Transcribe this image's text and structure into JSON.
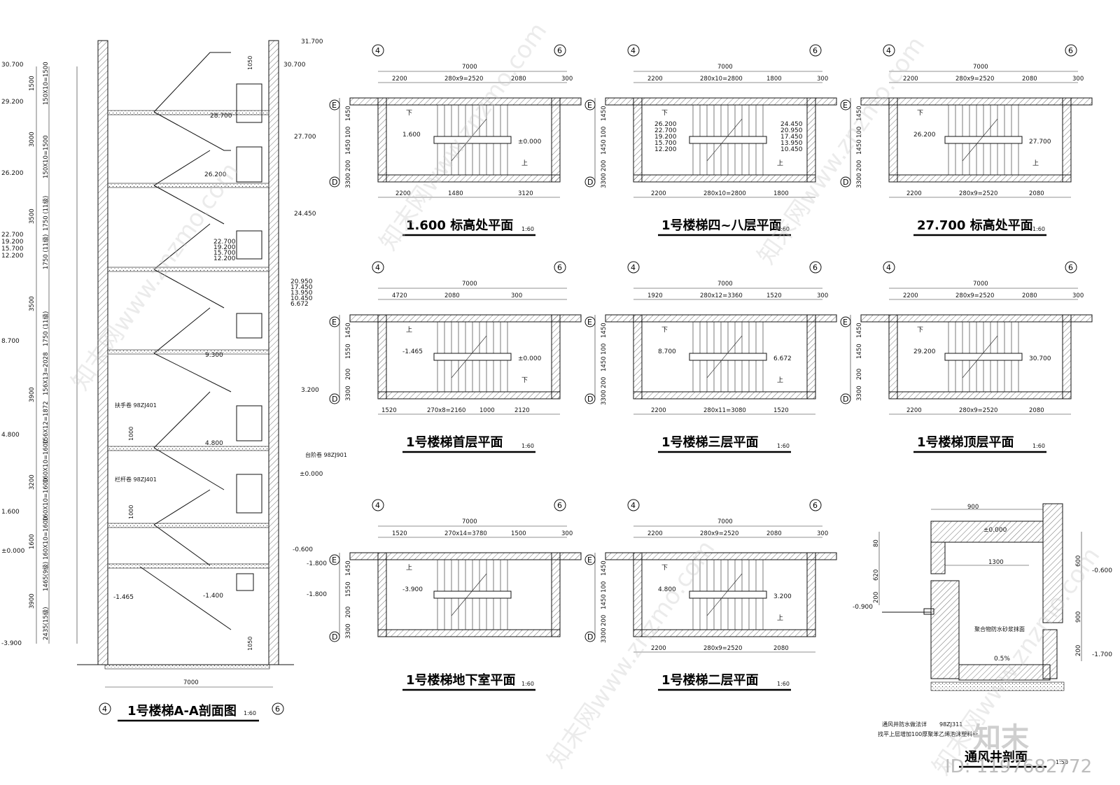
{
  "section": {
    "title": "1号楼梯A-A剖面图",
    "scale": "1:60",
    "width_dim": "7000",
    "axis_left": "4",
    "axis_right": "6",
    "levels_left": [
      "30.700",
      "29.200",
      "26.200",
      "22.700",
      "19.200",
      "15.700",
      "12.200",
      "8.700",
      "4.800",
      "1.600",
      "±0.000",
      "-3.900"
    ],
    "levels_right": [
      "31.700",
      "30.700",
      "27.700",
      "24.450",
      "20.950",
      "17.450",
      "13.950",
      "10.450",
      "6.672",
      "3.200",
      "±0.000",
      "-0.600",
      "-1.800"
    ],
    "levels_inner": [
      "28.700",
      "26.200",
      "22.700",
      "19.200",
      "15.700",
      "12.200",
      "9.300",
      "4.800",
      "-1.400",
      "-1.465"
    ],
    "vert_dims": [
      "1500",
      "3000",
      "3500",
      "3500",
      "3900",
      "3200",
      "1600",
      "3900"
    ],
    "step_dims": [
      "150X10=1500",
      "150X10=1500",
      "1750 (11级)",
      "1750 (11级)",
      "1750 (11级)",
      "156X13=2028",
      "156X12=1872",
      "160X10=1600",
      "160X10=1600",
      "160X10=1600",
      "1465(9级)",
      "2435(15级)"
    ],
    "notes": [
      "扶手卷 98ZJ401",
      "栏杆卷 98ZJ401",
      "台阶卷 98ZJ901",
      "1050",
      "1000",
      "1000",
      "1050"
    ]
  },
  "plans": [
    {
      "title": "1.600  标高处平面",
      "scale": "1:60",
      "top_dims": [
        "2200",
        "280x9=2520",
        "2080",
        "300"
      ],
      "bottom_dims": [
        "2200",
        "1480",
        "3120"
      ],
      "total": "7000",
      "levels": [
        "1.600",
        "±0.000"
      ],
      "side": [
        "1450",
        "100",
        "1450",
        "200",
        "3300"
      ],
      "labels": [
        "下",
        "上"
      ]
    },
    {
      "title": "1号楼梯四~八层平面",
      "scale": "1:60",
      "top_dims": [
        "2200",
        "280x10=2800",
        "1800",
        "300"
      ],
      "bottom_dims": [
        "2200",
        "280x10=2800",
        "1800"
      ],
      "total": "7000",
      "levels": [
        "26.200",
        "22.700",
        "19.200",
        "15.700",
        "12.200",
        "24.450",
        "20.950",
        "17.450",
        "13.950",
        "10.450"
      ],
      "side": [
        "1450",
        "100",
        "1450",
        "200",
        "3300"
      ],
      "labels": [
        "下",
        "上"
      ]
    },
    {
      "title": "27.700  标高处平面",
      "scale": "1:60",
      "top_dims": [
        "2200",
        "280x9=2520",
        "2080",
        "300"
      ],
      "bottom_dims": [
        "2200",
        "280x9=2520",
        "2080"
      ],
      "total": "7000",
      "levels": [
        "26.200",
        "27.700"
      ],
      "side": [
        "1450",
        "100",
        "1450",
        "200",
        "3300"
      ],
      "labels": [
        "下",
        "上"
      ]
    },
    {
      "title": "1号楼梯首层平面",
      "scale": "1:60",
      "top_dims": [
        "4720",
        "2080",
        "300"
      ],
      "bottom_dims": [
        "1520",
        "270x8=2160",
        "1000",
        "2120"
      ],
      "total": "7000",
      "levels": [
        "-1.465",
        "±0.000"
      ],
      "side": [
        "1450",
        "1550",
        "200",
        "3300"
      ],
      "labels": [
        "上",
        "下"
      ]
    },
    {
      "title": "1号楼梯三层平面",
      "scale": "1:60",
      "top_dims": [
        "1920",
        "280x12=3360",
        "1520",
        "300"
      ],
      "bottom_dims": [
        "2200",
        "280x11=3080",
        "1520"
      ],
      "total": "7000",
      "levels": [
        "8.700",
        "6.672"
      ],
      "side": [
        "1450",
        "100",
        "1450",
        "200",
        "3300"
      ],
      "labels": [
        "下",
        "上"
      ]
    },
    {
      "title": "1号楼梯顶层平面",
      "scale": "1:60",
      "top_dims": [
        "2200",
        "280x9=2520",
        "2080",
        "300"
      ],
      "bottom_dims": [
        "2200",
        "280x9=2520",
        "2080"
      ],
      "total": "7000",
      "levels": [
        "29.200",
        "30.700"
      ],
      "side": [
        "1450",
        "1450",
        "200",
        "3300"
      ],
      "labels": [
        "下"
      ]
    },
    {
      "title": "1号楼梯地下室平面",
      "scale": "1:60",
      "top_dims": [
        "1520",
        "270x14=3780",
        "1500",
        "300"
      ],
      "bottom_dims": [],
      "total": "7000",
      "levels": [
        "-3.900"
      ],
      "side": [
        "1450",
        "1550",
        "200",
        "3300"
      ],
      "labels": [
        "上"
      ]
    },
    {
      "title": "1号楼梯二层平面",
      "scale": "1:60",
      "top_dims": [
        "2200",
        "280x9=2520",
        "2080",
        "300"
      ],
      "bottom_dims": [
        "2200",
        "280x9=2520",
        "2080"
      ],
      "total": "7000",
      "levels": [
        "4.800",
        "3.200"
      ],
      "side": [
        "1450",
        "100",
        "1450",
        "200",
        "3300"
      ],
      "labels": [
        "下",
        "上"
      ]
    }
  ],
  "vent": {
    "title": "通风井剖面",
    "scale": "1:50",
    "dims": [
      "900",
      "1300",
      "80",
      "620",
      "200",
      "600",
      "900",
      "200"
    ],
    "levels": [
      "±0.000",
      "-0.900",
      "-0.600",
      "-1.700"
    ],
    "slope": "0.5%",
    "notes": [
      "通风井防水做法详",
      "98ZJ311",
      "找平上层增加100厚聚苯乙烯泡沫塑料板",
      "聚合物防水砂浆抹面"
    ]
  },
  "watermark": {
    "brand": "知末网www.znzmo.com",
    "logo": "知末",
    "id": "ID: 1197682772"
  }
}
